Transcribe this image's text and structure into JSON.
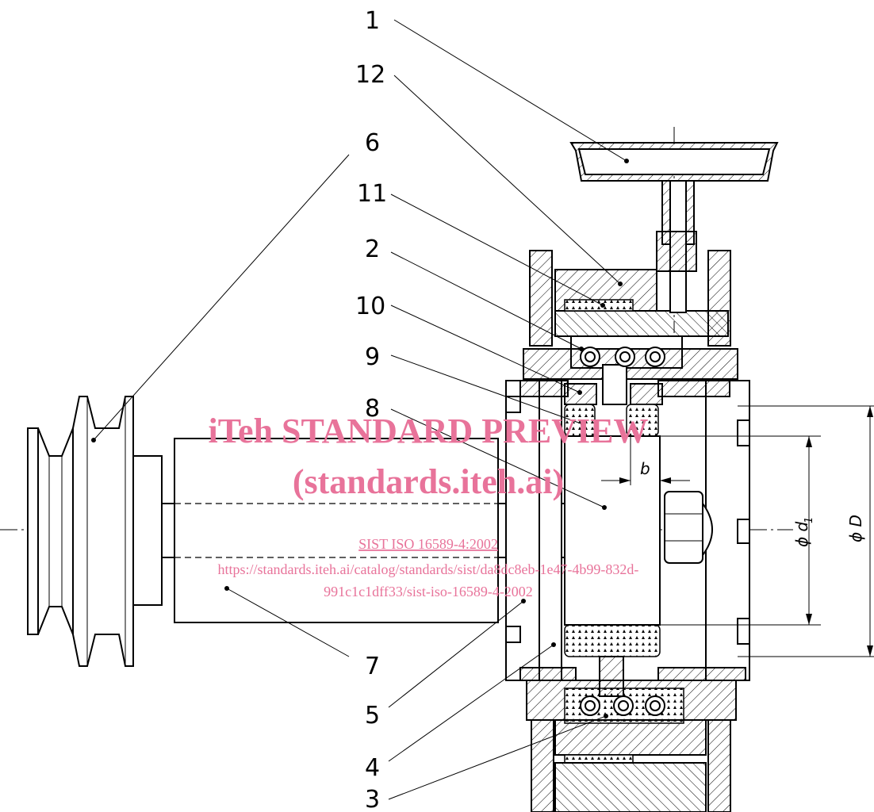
{
  "callouts": [
    {
      "id": "1",
      "text": "1"
    },
    {
      "id": "12",
      "text": "12"
    },
    {
      "id": "6",
      "text": "6"
    },
    {
      "id": "11",
      "text": "11"
    },
    {
      "id": "2",
      "text": "2"
    },
    {
      "id": "10",
      "text": "10"
    },
    {
      "id": "9",
      "text": "9"
    },
    {
      "id": "8",
      "text": "8"
    },
    {
      "id": "7",
      "text": "7"
    },
    {
      "id": "5",
      "text": "5"
    },
    {
      "id": "4",
      "text": "4"
    },
    {
      "id": "3",
      "text": "3"
    }
  ],
  "dimensions": {
    "b": "b",
    "d1": "ϕ d",
    "d1_sub": "1",
    "D": "ϕ D"
  },
  "watermark": {
    "title": "iTeh STANDARD PREVIEW",
    "subtitle": "(standards.iteh.ai)",
    "standard_link": "SIST ISO 16589-4:2002",
    "url_line1": "https://standards.iteh.ai/catalog/standards/sist/da8dc8eb-1e47-4b99-832d-",
    "url_line2": "991c1c1dff33/sist-iso-16589-4-2002"
  }
}
